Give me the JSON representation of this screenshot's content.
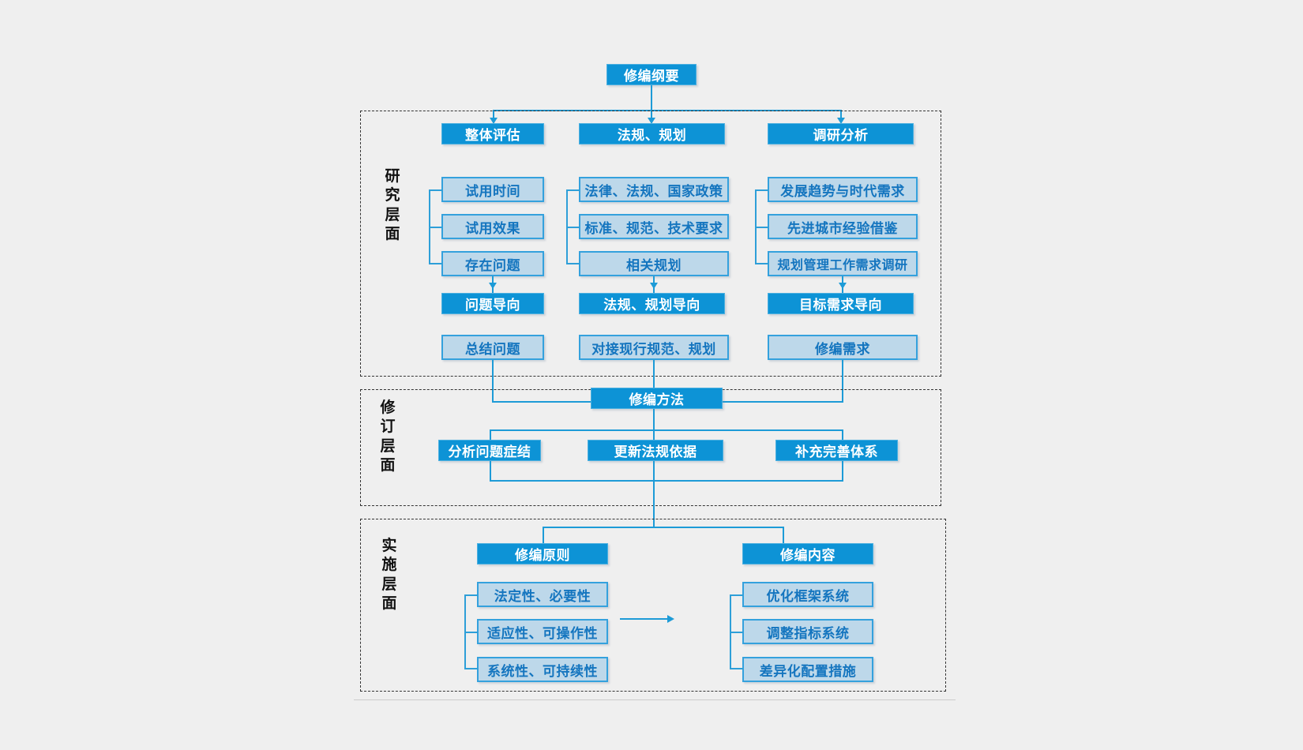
{
  "diagram": {
    "title": "修编纲要",
    "root": {
      "label": "修编纲要"
    },
    "layers": [
      {
        "id": "research",
        "label": "研究层面"
      },
      {
        "id": "revision",
        "label": "修订层面"
      },
      {
        "id": "implementation",
        "label": "实施层面"
      }
    ],
    "research_layer": {
      "columns": [
        {
          "head": "整体评估",
          "items": [
            "试用时间",
            "试用效果",
            "存在问题"
          ],
          "orientation": "问题导向",
          "outcome": "总结问题"
        },
        {
          "head": "法规、规划",
          "items": [
            "法律、法规、国家政策",
            "标准、规范、技术要求",
            "相关规划"
          ],
          "orientation": "法规、规划导向",
          "outcome": "对接现行规范、规划"
        },
        {
          "head": "调研分析",
          "items": [
            "发展趋势与时代需求",
            "先进城市经验借鉴",
            "规划管理工作需求调研"
          ],
          "orientation": "目标需求导向",
          "outcome": "修编需求"
        }
      ]
    },
    "revision_layer": {
      "head": "修编方法",
      "items": [
        "分析问题症结",
        "更新法规依据",
        "补充完善体系"
      ]
    },
    "implementation_layer": {
      "groups": [
        {
          "head": "修编原则",
          "items": [
            "法定性、必要性",
            "适应性、可操作性",
            "系统性、可持续性"
          ]
        },
        {
          "head": "修编内容",
          "items": [
            "优化框架系统",
            "调整指标系统",
            "差异化配置措施"
          ]
        }
      ],
      "connector_icon": "arrow-right-icon"
    },
    "colors": {
      "accent_dark": "#0d93d6",
      "accent_light_fill": "#bdd8ea",
      "accent_light_border": "#34a1dd",
      "light_text": "#1475bf",
      "connector": "#1d9bd7",
      "layer_border": "#333333",
      "background": "#efefef"
    }
  }
}
